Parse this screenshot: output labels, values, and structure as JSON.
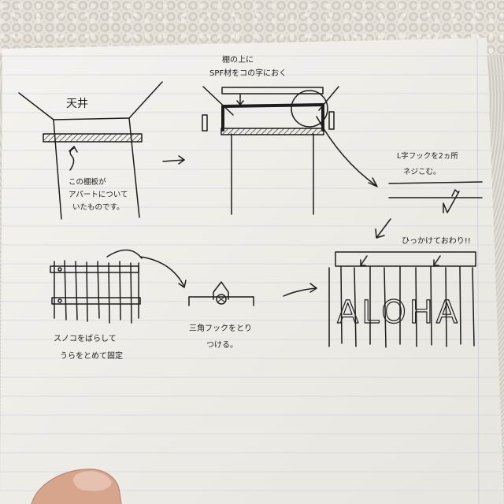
{
  "sketch": {
    "ceiling_label": "天井",
    "shelf_note_1": "この棚板が",
    "shelf_note_2": "アパートについて",
    "shelf_note_3": "いたものです。",
    "spf_note_1": "棚の上に",
    "spf_note_2": "SPF材をコの字におく",
    "lhook_note_1": "L字フックを2ヵ所",
    "lhook_note_2": "ネジこむ。",
    "hang_note": "ひっかけておわり!!",
    "sunoko_note_1": "スノコをばらして",
    "sunoko_note_2": "うらをとめて固定",
    "triangle_note_1": "三角フックをとり",
    "triangle_note_2": "つける。",
    "aloha_text": "ALOHA"
  },
  "colors": {
    "ink": "#1d1d1d",
    "paper": "#f3f2ee",
    "rule_line": "#b7c4d6",
    "wall": "#dcd8d0",
    "skin": "#d7a78e"
  }
}
